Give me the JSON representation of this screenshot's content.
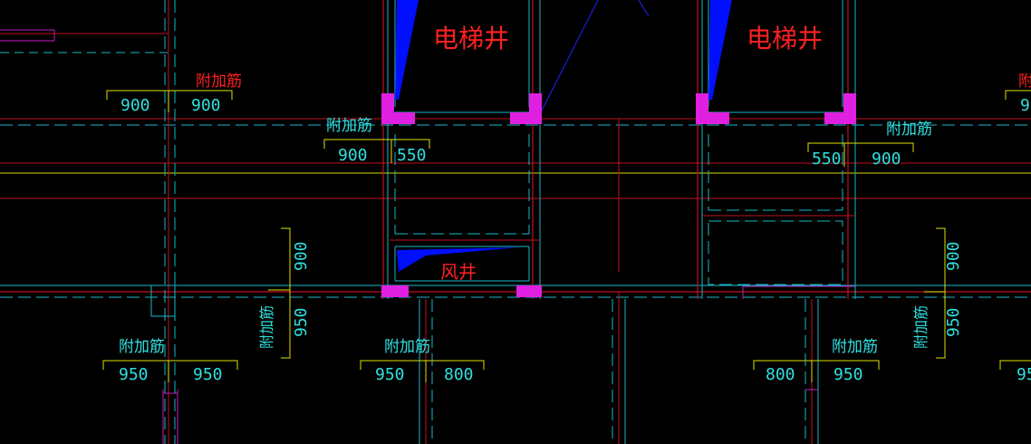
{
  "drawing": {
    "rooms": {
      "elevator_left": "电梯井",
      "elevator_right": "电梯井",
      "air_shaft": "风井"
    },
    "annotations": {
      "extra_rebar": "附加筋"
    },
    "dimensions": {
      "top_left": [
        "900",
        "900"
      ],
      "mid_left": [
        "900",
        "550"
      ],
      "mid_right": [
        "550",
        "900"
      ],
      "top_right_partial": "9",
      "vertical_left": [
        "900",
        "950"
      ],
      "vertical_right": [
        "900",
        "950"
      ],
      "bottom_1": [
        "950",
        "950"
      ],
      "bottom_2": [
        "950",
        "800"
      ],
      "bottom_3": [
        "800",
        "950"
      ],
      "bottom_right_partial": "95",
      "top_right_partial_label": "附"
    },
    "colors": {
      "background": "#000000",
      "wall_red": "#e0102a",
      "wall_cyan": "#18c8c8",
      "axis_yellow": "#e8e800",
      "column_magenta": "#e020e0",
      "fill_blue": "#0010ff",
      "text_red": "#ff2020",
      "text_cyan": "#30e0e0",
      "dim_yellow": "#e0e000"
    }
  }
}
